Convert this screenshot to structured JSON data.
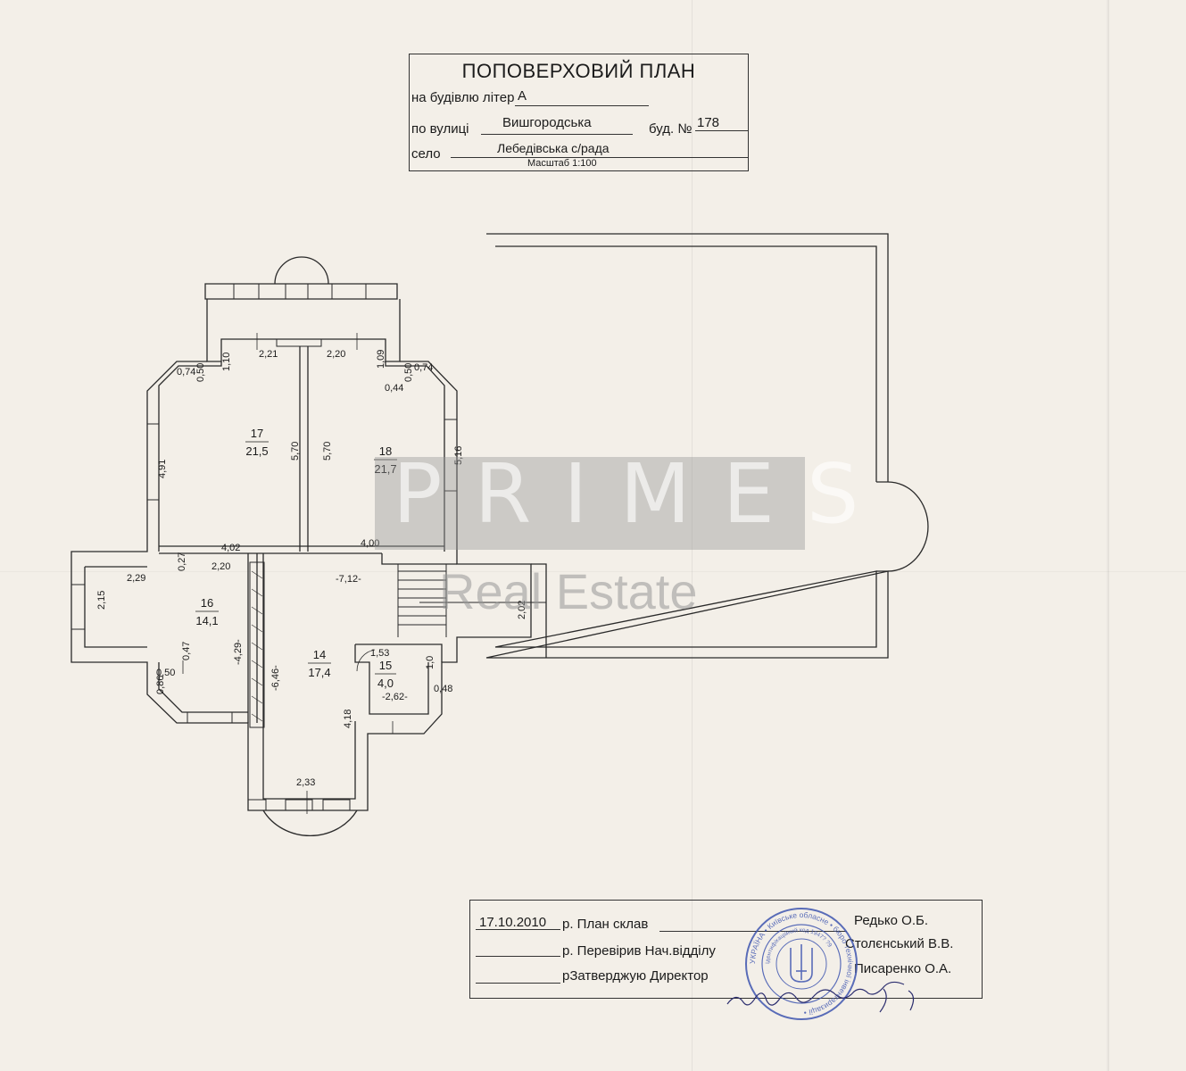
{
  "title": {
    "heading": "ПОПОВЕРХОВИЙ ПЛАН",
    "building_prefix": "на будівлю літер",
    "building_letter": "А",
    "street_prefix": "по вулиці",
    "street_name": "Вишгородська",
    "house_prefix": "буд. №",
    "house_number": "178",
    "village_prefix": "село",
    "village_name": "Лебедівська с/рада",
    "scale": "Масштаб 1:100"
  },
  "rooms": [
    {
      "number": "17",
      "area": "21,5"
    },
    {
      "number": "18",
      "area": "21,7"
    },
    {
      "number": "16",
      "area": "14,1"
    },
    {
      "number": "14",
      "area": "17,4"
    },
    {
      "number": "15",
      "area": "4,0"
    }
  ],
  "dimensions": [
    "1,10",
    "2,21",
    "2,20",
    "1,09",
    "0,74",
    "0,50",
    "0,50",
    "0,74",
    "0,44",
    "4,91",
    "5,70",
    "5,70",
    "5,16",
    "4,02",
    "4,00",
    "0,27",
    "2,29",
    "2,20",
    "-7,12-",
    "2,15",
    "2,02",
    "0,47",
    "-4,29-",
    "-6,46-",
    "0,50",
    "0,86",
    "1,53",
    "1,0",
    "-2,62-",
    "0,48",
    "4,18",
    "2,33"
  ],
  "signature_block": {
    "date": "17.10.2010",
    "row1": "р. План склав",
    "row2": "р. Перевірив Нач.відділу",
    "row3": "рЗатверджую  Директор",
    "name1": "Редько О.Б.",
    "name2": "Столєнський В.В.",
    "name3": "Писаренко О.А."
  },
  "stamp": {
    "outer_text": "УКРАЇНА • Київське обласне • бюро технічної інвентаризації •",
    "inner_text": "Ідентифікаційний код 1947? ?9"
  },
  "watermark": {
    "brand": "PRIMES",
    "sub": "Real Estate"
  }
}
